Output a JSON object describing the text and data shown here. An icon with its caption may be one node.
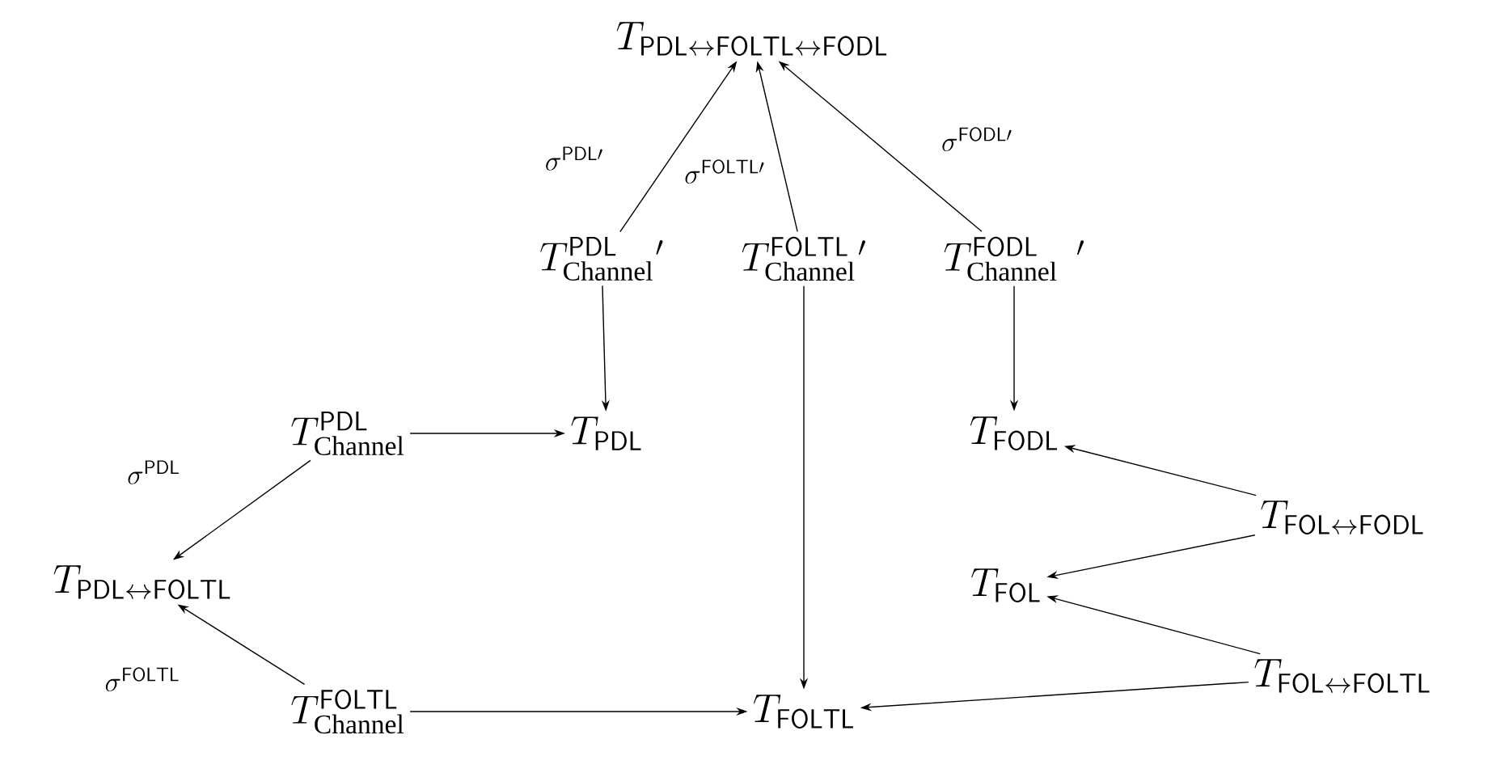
{
  "diagram": {
    "nodes": [
      {
        "text": [
          "T_{\\mathsf{PDL}\\leftrightarrow\\mathsf{FOLTL}\\leftrightarrow\\mathsf{FODL}}"
        ]
      },
      {
        "text": [
          "T^{\\mathsf{PDL}\\quad\\prime}_{\\mathrm{Channel}}"
        ]
      },
      {
        "text": [
          "T^{\\mathsf{FOLTL}\\ \\prime}_{\\mathrm{Channel}}"
        ]
      },
      {
        "text": [
          "T^{\\mathsf{FODL}\\quad\\prime}_{\\mathrm{Channel}}"
        ]
      },
      {
        "text": [
          "T^{\\mathsf{PDL}}_{\\mathrm{Channel}}"
        ]
      },
      {
        "text": [
          "T_{\\mathsf{PDL}}"
        ]
      },
      {
        "text": [
          "T_{\\mathsf{FODL}}"
        ]
      },
      {
        "text": [
          "T_{\\mathsf{PDL}\\leftrightarrow\\mathsf{FOLTL}}"
        ]
      },
      {
        "text": [
          "T_{\\mathsf{FOL}\\leftrightarrow\\mathsf{FODL}}"
        ]
      },
      {
        "text": [
          "T_{\\mathsf{FOL}}"
        ]
      },
      {
        "text": [
          "T^{\\mathsf{FOLTL}}_{\\mathrm{Channel}}"
        ]
      },
      {
        "text": [
          "T_{\\mathsf{FOLTL}}"
        ]
      },
      {
        "text": [
          "T_{\\mathsf{FOL}\\leftrightarrow\\mathsf{FOLTL}}"
        ]
      }
    ],
    "edges": [
      {
        "from": 1,
        "to": 0,
        "arrow": "to",
        "label": "\\sigma^{\\mathsf{PDL}\\prime}"
      },
      {
        "from": 2,
        "to": 0,
        "arrow": "to",
        "label": "\\sigma^{\\mathsf{FOLTL}\\prime}"
      },
      {
        "from": 3,
        "to": 0,
        "arrow": "to",
        "label": "\\sigma^{\\mathsf{FODL}\\prime}"
      },
      {
        "from": 1,
        "to": 5,
        "arrow": "to"
      },
      {
        "from": 2,
        "to": 11,
        "arrow": "to"
      },
      {
        "from": 3,
        "to": 6,
        "arrow": "to"
      },
      {
        "from": 4,
        "to": 5,
        "arrow": "to"
      },
      {
        "from": 4,
        "to": 7,
        "arrow": "to",
        "label": "\\sigma^{\\mathsf{PDL}}"
      },
      {
        "from": 10,
        "to": 7,
        "arrow": "to",
        "label": "\\sigma^{\\mathsf{FOLTL}}"
      },
      {
        "from": 10,
        "to": 11,
        "arrow": "to"
      },
      {
        "from": 8,
        "to": 6,
        "arrow": "to"
      },
      {
        "from": 8,
        "to": 9,
        "arrow": "to"
      },
      {
        "from": 12,
        "to": 9,
        "arrow": "to"
      },
      {
        "from": 12,
        "to": 11,
        "arrow": "to"
      }
    ]
  }
}
